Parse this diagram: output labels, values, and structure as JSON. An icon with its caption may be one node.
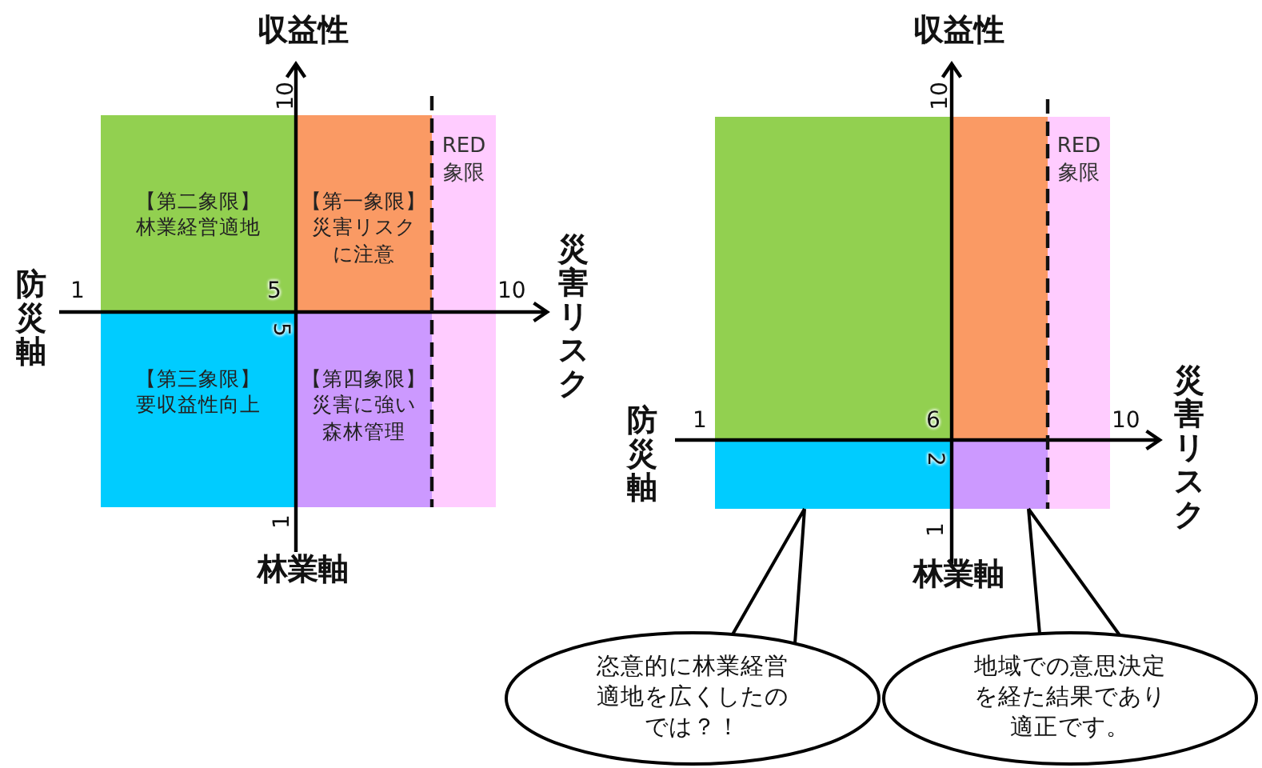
{
  "diagram": {
    "nodes": [
      {
        "text": [
          "【第二象限】",
          "林業経営適地"
        ]
      },
      {
        "text": [
          "【第一象限】",
          "災害リスクに注意"
        ]
      },
      {
        "text": [
          "RED象限"
        ]
      },
      {
        "text": [
          "【第三象限】",
          "要収益性向上"
        ]
      },
      {
        "text": [
          "【第四象限】",
          "災害に強い森林管理"
        ]
      },
      {
        "text": [],
        "shape": "box"
      },
      {
        "text": [],
        "shape": "box"
      },
      {
        "text": [
          "RED象限"
        ]
      },
      {
        "text": [],
        "shape": "box"
      },
      {
        "text": [],
        "shape": "box"
      },
      {
        "text": [
          "恣意的に林業経営適地を広くしたのでは？！"
        ]
      },
      {
        "text": [
          "地域での意思決定を経た結果であり適正です。"
        ]
      }
    ],
    "edges": [
      {
        "from": 10,
        "to": 8,
        "arrow": "none"
      },
      {
        "from": 11,
        "to": 9,
        "arrow": "none"
      }
    ],
    "labels": [
      "収益性",
      "10",
      "防災軸",
      "1",
      "5",
      "10",
      "災害リスク",
      "5",
      "1",
      "林業軸",
      "収益性",
      "10",
      "防災軸",
      "1",
      "6",
      "10",
      "災害リスク",
      "2",
      "1",
      "林業軸"
    ]
  }
}
